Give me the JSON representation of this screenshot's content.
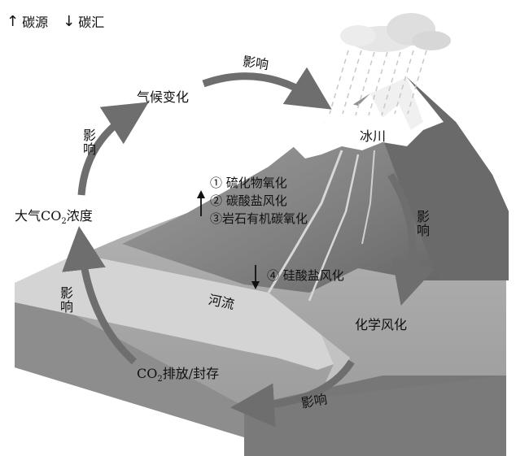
{
  "legend": {
    "source_symbol": "↑",
    "source_label": "碳源",
    "sink_symbol": "↓",
    "sink_label": "碳汇"
  },
  "nodes": {
    "climate_change": "气候变化",
    "glacier": "冰川",
    "atmospheric_co2": "大气CO",
    "atmospheric_co2_sub": "2",
    "atmospheric_co2_tail": "浓度",
    "chemical_weathering": "化学风化",
    "river": "河流",
    "co2_release": "CO",
    "co2_release_sub": "2",
    "co2_release_tail": "排放/封存"
  },
  "arrows": {
    "top": "影响",
    "right": "影响",
    "bottom": "影响",
    "left_lower": "影响",
    "left_upper": "影响"
  },
  "processes": {
    "source_arrow": "↑",
    "sink_arrow": "↓",
    "items": [
      "① 硫化物氧化",
      "② 碳酸盐风化",
      "③岩石有机碳氧化",
      "④ 硅酸盐风化"
    ]
  },
  "colors": {
    "arrow": "#6e6e6e",
    "ground_top": "#a6a6a6",
    "ground_side": "#8a8a8a",
    "mountain": "#8c8c8c",
    "snow": "#ffffff",
    "river": "#d2d2d2",
    "cloud": "#e6e6e6"
  }
}
